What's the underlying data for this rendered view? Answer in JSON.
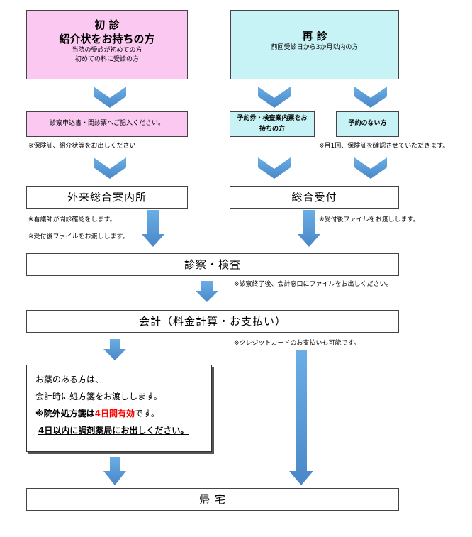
{
  "shoshin": {
    "title": "初 診",
    "subtitle": "紹介状をお持ちの方",
    "desc1": "当院の受診が初めての方",
    "desc2": "初めての科に受診の方"
  },
  "saishin": {
    "title": "再 診",
    "desc": "前回受診日から3か月以内の方"
  },
  "steps": {
    "shinsatsu_moushikomi": "診察申込書・問診票へご記入ください。",
    "yoyaku_ken": "予約券・検査案内票をお持ちの方",
    "yoyaku_nashi": "予約のない方",
    "gairai": "外来総合案内所",
    "sougou": "総合受付",
    "shinsatsu": "診察・検査",
    "kaikei": "会計（料金計算・お支払い）",
    "kitaku": "帰 宅"
  },
  "notes": {
    "hokensho": "※保険証、紹介状等をお出しください",
    "tsuki1": "※月1回、保険証を確認させていただきます。",
    "kangoshi": "※看護師が問診確認をします。",
    "file_left": "※受付後ファイルをお渡しします。",
    "file_right": "※受付後ファイルをお渡しします。",
    "shinsatsu_go": "※診察終了後、会計窓口にファイルをお出しください。",
    "credit": "※クレジットカードのお支払いも可能です。"
  },
  "kusuri": {
    "line1": "お薬のある方は、",
    "line2": "会計時に処方箋をお渡しします。",
    "line3_pre": "※院外処方箋は",
    "line3_red": "4日間有効",
    "line3_post": "です。",
    "line4": "4日以内に調剤薬局にお出しください。"
  },
  "colors": {
    "arrow": "#5a9ad6",
    "pink": "#fbc8f2",
    "cyan": "#c8f3f6",
    "highlight": "#ff0000"
  }
}
